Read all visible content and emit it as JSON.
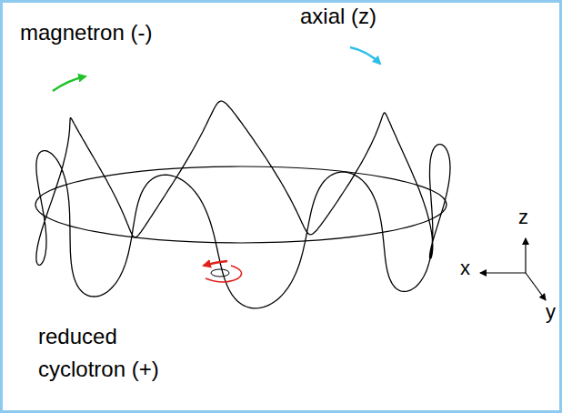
{
  "diagram": {
    "labels": [
      "magnetron (-)",
      "axial (z)",
      "reduced cyclotron (+)",
      "z",
      "x",
      "y"
    ]
  }
}
